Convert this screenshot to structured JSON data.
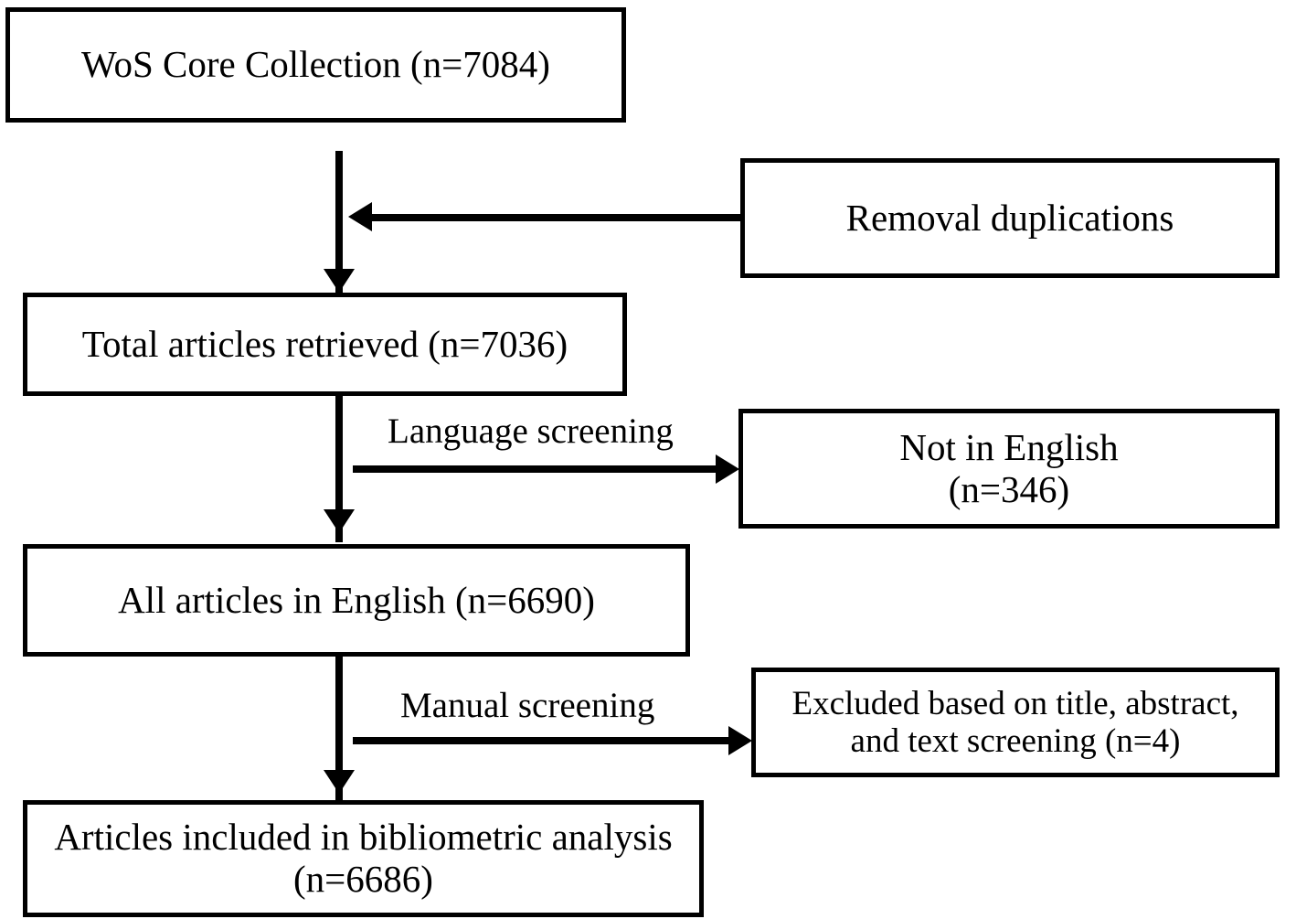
{
  "diagram": {
    "title": "PRISMA-style literature selection flowchart",
    "colors": {
      "line": "#000000",
      "background": "#ffffff",
      "text": "#000000"
    },
    "nodes": {
      "wos": "WoS Core Collection (n=7084)",
      "removal": "Removal duplications",
      "total": "Total articles retrieved (n=7036)",
      "not_english": "Not in English\n(n=346)",
      "english": "All articles in English (n=6690)",
      "excluded": "Excluded based on title, abstract,\nand text screening (n=4)",
      "included": "Articles included in bibliometric analysis\n(n=6686)"
    },
    "edge_labels": {
      "language_screening": "Language screening",
      "manual_screening": "Manual screening"
    },
    "counts": {
      "wos_core_collection": 7084,
      "total_retrieved": 7036,
      "not_in_english": 346,
      "all_in_english": 6690,
      "excluded_manual": 4,
      "included_final": 6686
    }
  }
}
